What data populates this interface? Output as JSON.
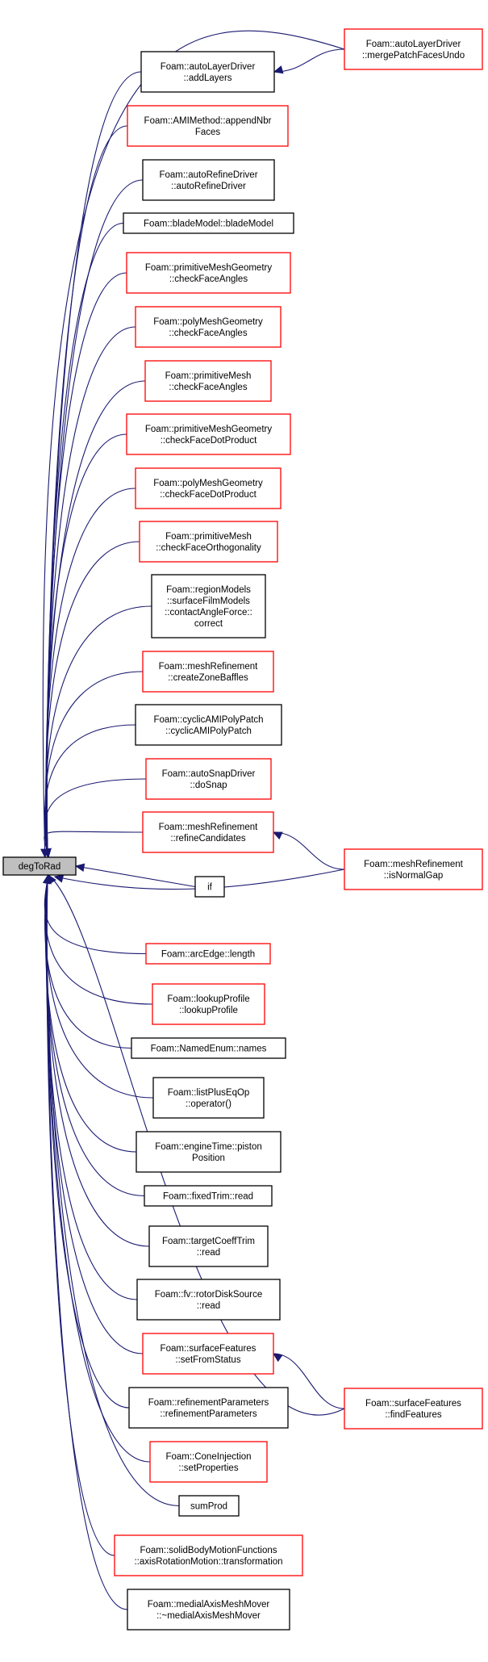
{
  "colors": {
    "edge": "#191970",
    "node_border_default": "#000000",
    "node_border_truncated": "#ff0000",
    "root_fill": "#bfbfbf"
  },
  "root": {
    "id": "root",
    "lines": [
      "degToRad"
    ]
  },
  "nodes": [
    {
      "id": "n1",
      "lines": [
        "Foam::autoLayerDriver",
        "::addLayers"
      ],
      "border": "black"
    },
    {
      "id": "n2",
      "lines": [
        "Foam::AMIMethod::appendNbr",
        "Faces"
      ],
      "border": "red"
    },
    {
      "id": "n3",
      "lines": [
        "Foam::autoRefineDriver",
        "::autoRefineDriver"
      ],
      "border": "black"
    },
    {
      "id": "n4",
      "lines": [
        "Foam::bladeModel::bladeModel"
      ],
      "border": "black"
    },
    {
      "id": "n5",
      "lines": [
        "Foam::primitiveMeshGeometry",
        "::checkFaceAngles"
      ],
      "border": "red"
    },
    {
      "id": "n6",
      "lines": [
        "Foam::polyMeshGeometry",
        "::checkFaceAngles"
      ],
      "border": "red"
    },
    {
      "id": "n7",
      "lines": [
        "Foam::primitiveMesh",
        "::checkFaceAngles"
      ],
      "border": "red"
    },
    {
      "id": "n8",
      "lines": [
        "Foam::primitiveMeshGeometry",
        "::checkFaceDotProduct"
      ],
      "border": "red"
    },
    {
      "id": "n9",
      "lines": [
        "Foam::polyMeshGeometry",
        "::checkFaceDotProduct"
      ],
      "border": "red"
    },
    {
      "id": "n10",
      "lines": [
        "Foam::primitiveMesh",
        "::checkFaceOrthogonality"
      ],
      "border": "red"
    },
    {
      "id": "n11",
      "lines": [
        "Foam::regionModels",
        "::surfaceFilmModels",
        "::contactAngleForce::",
        "correct"
      ],
      "border": "black"
    },
    {
      "id": "n12",
      "lines": [
        "Foam::meshRefinement",
        "::createZoneBaffles"
      ],
      "border": "red"
    },
    {
      "id": "n13",
      "lines": [
        "Foam::cyclicAMIPolyPatch",
        "::cyclicAMIPolyPatch"
      ],
      "border": "black"
    },
    {
      "id": "n14",
      "lines": [
        "Foam::autoSnapDriver",
        "::doSnap"
      ],
      "border": "red"
    },
    {
      "id": "n15",
      "lines": [
        "Foam::meshRefinement",
        "::refineCandidates"
      ],
      "border": "red"
    },
    {
      "id": "n16",
      "lines": [
        "if"
      ],
      "border": "black"
    },
    {
      "id": "n17",
      "lines": [
        "Foam::arcEdge::length"
      ],
      "border": "red"
    },
    {
      "id": "n18",
      "lines": [
        "Foam::lookupProfile",
        "::lookupProfile"
      ],
      "border": "red"
    },
    {
      "id": "n19",
      "lines": [
        "Foam::NamedEnum::names"
      ],
      "border": "black"
    },
    {
      "id": "n20",
      "lines": [
        "Foam::listPlusEqOp",
        "::operator()"
      ],
      "border": "black"
    },
    {
      "id": "n21",
      "lines": [
        "Foam::engineTime::piston",
        "Position"
      ],
      "border": "black"
    },
    {
      "id": "n22",
      "lines": [
        "Foam::fixedTrim::read"
      ],
      "border": "black"
    },
    {
      "id": "n23",
      "lines": [
        "Foam::targetCoeffTrim",
        "::read"
      ],
      "border": "black"
    },
    {
      "id": "n24",
      "lines": [
        "Foam::fv::rotorDiskSource",
        "::read"
      ],
      "border": "black"
    },
    {
      "id": "n25",
      "lines": [
        "Foam::surfaceFeatures",
        "::setFromStatus"
      ],
      "border": "red"
    },
    {
      "id": "n26",
      "lines": [
        "Foam::refinementParameters",
        "::refinementParameters"
      ],
      "border": "black"
    },
    {
      "id": "n27",
      "lines": [
        "Foam::ConeInjection",
        "::setProperties"
      ],
      "border": "red"
    },
    {
      "id": "n28",
      "lines": [
        "sumProd"
      ],
      "border": "black"
    },
    {
      "id": "n29",
      "lines": [
        "Foam::solidBodyMotionFunctions",
        "::axisRotationMotion::transformation"
      ],
      "border": "red"
    },
    {
      "id": "n30",
      "lines": [
        "Foam::medialAxisMeshMover",
        "::~medialAxisMeshMover"
      ],
      "border": "black"
    },
    {
      "id": "r1",
      "lines": [
        "Foam::autoLayerDriver",
        "::mergePatchFacesUndo"
      ],
      "border": "red"
    },
    {
      "id": "r2",
      "lines": [
        "Foam::meshRefinement",
        "::isNormalGap"
      ],
      "border": "red"
    },
    {
      "id": "r3",
      "lines": [
        "Foam::surfaceFeatures",
        "::findFeatures"
      ],
      "border": "red"
    }
  ],
  "edges": [
    {
      "from": "n1",
      "to": "root"
    },
    {
      "from": "n2",
      "to": "root"
    },
    {
      "from": "n3",
      "to": "root"
    },
    {
      "from": "n4",
      "to": "root"
    },
    {
      "from": "n5",
      "to": "root"
    },
    {
      "from": "n6",
      "to": "root"
    },
    {
      "from": "n7",
      "to": "root"
    },
    {
      "from": "n8",
      "to": "root"
    },
    {
      "from": "n9",
      "to": "root"
    },
    {
      "from": "n10",
      "to": "root"
    },
    {
      "from": "n11",
      "to": "root"
    },
    {
      "from": "n12",
      "to": "root"
    },
    {
      "from": "n13",
      "to": "root"
    },
    {
      "from": "n14",
      "to": "root"
    },
    {
      "from": "n15",
      "to": "root"
    },
    {
      "from": "n16",
      "to": "root"
    },
    {
      "from": "n17",
      "to": "root"
    },
    {
      "from": "n18",
      "to": "root"
    },
    {
      "from": "n19",
      "to": "root"
    },
    {
      "from": "n20",
      "to": "root"
    },
    {
      "from": "n21",
      "to": "root"
    },
    {
      "from": "n22",
      "to": "root"
    },
    {
      "from": "n23",
      "to": "root"
    },
    {
      "from": "n24",
      "to": "root"
    },
    {
      "from": "n25",
      "to": "root"
    },
    {
      "from": "n26",
      "to": "root"
    },
    {
      "from": "n27",
      "to": "root"
    },
    {
      "from": "n28",
      "to": "root"
    },
    {
      "from": "n29",
      "to": "root"
    },
    {
      "from": "n30",
      "to": "root"
    },
    {
      "from": "r1",
      "to": "root"
    },
    {
      "from": "r1",
      "to": "n1"
    },
    {
      "from": "r2",
      "to": "root"
    },
    {
      "from": "r2",
      "to": "n15"
    },
    {
      "from": "r3",
      "to": "root"
    },
    {
      "from": "r3",
      "to": "n25"
    }
  ]
}
